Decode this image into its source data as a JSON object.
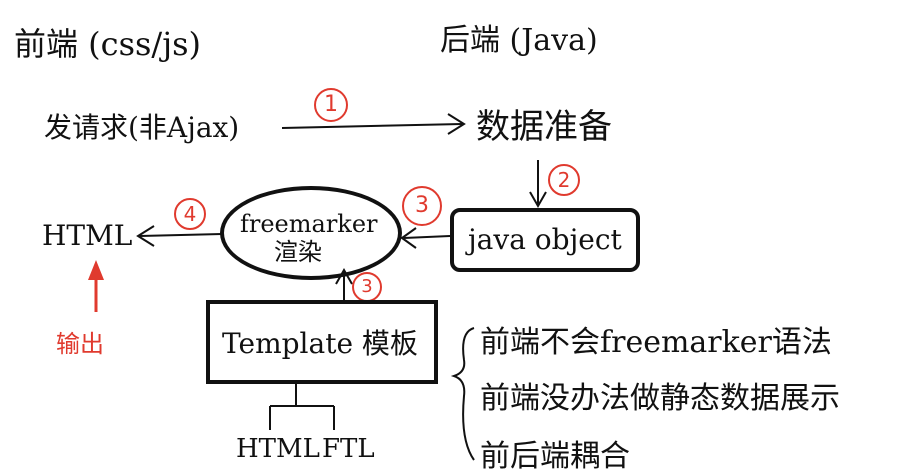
{
  "headers": {
    "frontend": "前端 (css/js)",
    "backend": "后端 (Java)"
  },
  "nodes": {
    "request": "发请求(非Ajax)",
    "data_prep": "数据准备",
    "java_object": "java object",
    "freemarker_line1": "freemarker",
    "freemarker_line2": "渲染",
    "html_output": "HTML",
    "template": "Template 模板",
    "output_label": "输出",
    "template_children": [
      "HTML",
      "FTL"
    ]
  },
  "step_numbers": {
    "s1": "1",
    "s2": "2",
    "s3_left": "3",
    "s3_bottom": "3",
    "s4": "4"
  },
  "notes": [
    "前端不会freemarker语法",
    "前端没办法做静态数据展示",
    "前后端耦合"
  ],
  "colors": {
    "ink": "#111111",
    "accent": "#e03a2e"
  }
}
